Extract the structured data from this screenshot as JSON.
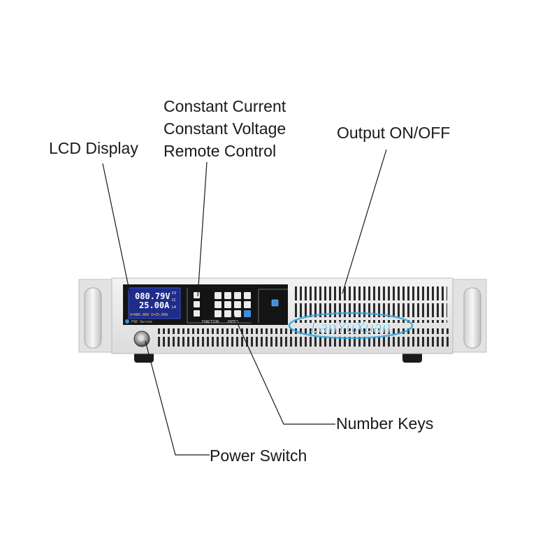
{
  "callouts": {
    "lcd_display": "LCD Display",
    "constant_current": "Constant Current",
    "constant_voltage": "Constant Voltage",
    "remote_control": "Remote Control",
    "output_on_off": "Output ON/OFF",
    "number_keys": "Number Keys",
    "power_switch": "Power Switch"
  },
  "panel": {
    "lcd": {
      "voltage": "080.79V",
      "current": "25.00A",
      "setpoint": "V=085.00V I=25.00A",
      "indicator_top": "CV",
      "indicator_mid": "CC",
      "indicator_bot": "LA"
    },
    "series_label": "PSD Series",
    "function_label": "FUNCTION",
    "enter_label": "ENTER",
    "watermark": "LanYuXuan"
  },
  "colors": {
    "chassis": "#e6e6e6",
    "panel_dark": "#141414",
    "lcd_bg": "#1f2c8a",
    "lcd_text": "#ffffff",
    "lcd_yellow": "#ffd84a",
    "watermark": "#2fa6e0",
    "key_face": "#ececec"
  }
}
